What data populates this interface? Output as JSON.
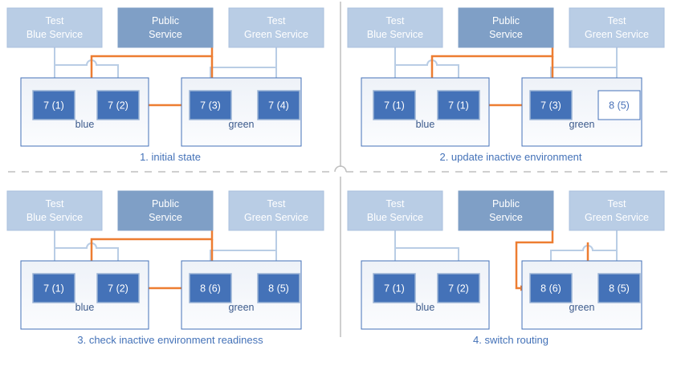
{
  "colors": {
    "service_light": "#b9cde5",
    "service_dark": "#7f9fc6",
    "node_fill": "#4472b8",
    "node_border": "#9bb4d6",
    "node_text": "#ffffff",
    "node_inactive_fill": "#ffffff",
    "node_inactive_border": "#4472b8",
    "node_inactive_text": "#4a72b8",
    "env_border": "#4472b8",
    "env_fill": "#f2f5fa",
    "env_text": "#3c5a8c",
    "connector_blue": "#b9cde5",
    "connector_orange": "#ed7d31",
    "caption_text": "#4472b8",
    "divider": "#bfbfbf",
    "background": "#ffffff"
  },
  "services": {
    "blue": {
      "line1": "Test",
      "line2": "Blue Service",
      "style": "light"
    },
    "public": {
      "line1": "Public",
      "line2": "Service",
      "style": "dark"
    },
    "green": {
      "line1": "Test",
      "line2": "Green Service",
      "style": "light"
    }
  },
  "environments": {
    "blue_label": "blue",
    "green_label": "green"
  },
  "panels": [
    {
      "id": "panel-1",
      "caption": "1. initial state",
      "blue_env": {
        "label": "blue",
        "nodes": [
          {
            "label": "7 (1)",
            "state": "active"
          },
          {
            "label": "7 (2)",
            "state": "active"
          }
        ]
      },
      "green_env": {
        "label": "green",
        "nodes": [
          {
            "label": "7 (3)",
            "state": "active"
          },
          {
            "label": "7 (4)",
            "state": "active"
          }
        ]
      },
      "public_routing": "blue",
      "test_blue_links": true,
      "test_green_links": true
    },
    {
      "id": "panel-2",
      "caption": "2. update inactive environment",
      "blue_env": {
        "label": "blue",
        "nodes": [
          {
            "label": "7 (1)",
            "state": "active"
          },
          {
            "label": "7 (1)",
            "state": "active"
          }
        ]
      },
      "green_env": {
        "label": "green",
        "nodes": [
          {
            "label": "7 (3)",
            "state": "active"
          },
          {
            "label": "8 (5)",
            "state": "inactive"
          }
        ]
      },
      "public_routing": "blue",
      "test_blue_links": true,
      "test_green_links": true
    },
    {
      "id": "panel-3",
      "caption": "3. check inactive environment readiness",
      "blue_env": {
        "label": "blue",
        "nodes": [
          {
            "label": "7 (1)",
            "state": "active"
          },
          {
            "label": "7 (2)",
            "state": "active"
          }
        ]
      },
      "green_env": {
        "label": "green",
        "nodes": [
          {
            "label": "8 (6)",
            "state": "active"
          },
          {
            "label": "8 (5)",
            "state": "active"
          }
        ]
      },
      "public_routing": "blue",
      "test_blue_links": true,
      "test_green_links": true
    },
    {
      "id": "panel-4",
      "caption": "4. switch routing",
      "blue_env": {
        "label": "blue",
        "nodes": [
          {
            "label": "7 (1)",
            "state": "active"
          },
          {
            "label": "7 (2)",
            "state": "active"
          }
        ]
      },
      "green_env": {
        "label": "green",
        "nodes": [
          {
            "label": "8 (6)",
            "state": "active"
          },
          {
            "label": "8 (5)",
            "state": "active"
          }
        ]
      },
      "public_routing": "green",
      "test_blue_links": true,
      "test_green_links": true
    }
  ],
  "dividers": {
    "vertical": "dashed-vertical-divider",
    "horizontal": "dashed-horizontal-divider"
  }
}
